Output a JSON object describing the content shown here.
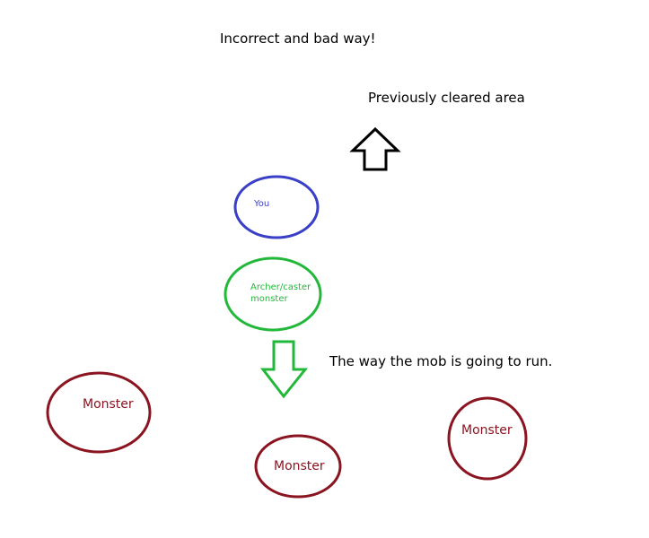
{
  "title": "Incorrect and bad way!",
  "labels": {
    "cleared_area": "Previously cleared area",
    "mob_direction": "The way the mob is going to run."
  },
  "nodes": {
    "you": "You",
    "archer_line1": "Archer/caster",
    "archer_line2": "monster",
    "monster_left": "Monster",
    "monster_center": "Monster",
    "monster_right": "Monster"
  },
  "colors": {
    "you": "#3a3fc8",
    "archer": "#22b83a",
    "monster": "#8a1420",
    "up_arrow": "#000000",
    "down_arrow": "#22b83a",
    "text": "#000000"
  }
}
